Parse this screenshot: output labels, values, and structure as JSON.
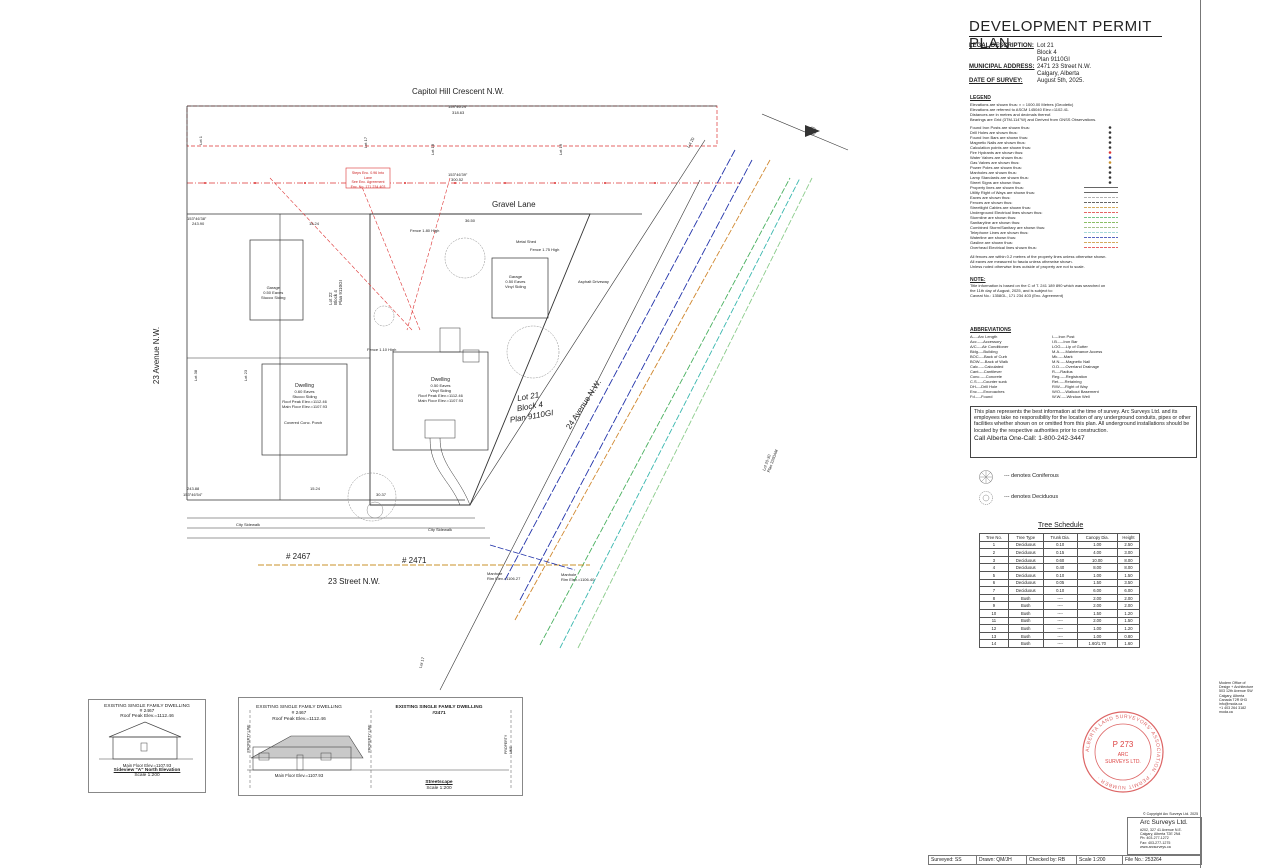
{
  "title": "DEVELOPMENT PERMIT PLAN",
  "legal": {
    "label": "LEGAL DESCRIPTION:",
    "lines": [
      "Lot 21",
      "Block 4",
      "Plan 9110GI"
    ]
  },
  "municipal": {
    "label": "MUNICIPAL ADDRESS:",
    "lines": [
      "2471 23 Street N.W.",
      "Calgary, Alberta"
    ]
  },
  "survey_date": {
    "label": "DATE OF SURVEY:",
    "value": "August 5th, 2025."
  },
  "legend": {
    "heading": "LEGEND",
    "notes": [
      "Elevations are shown thus: × = 1000.00 Metres (Geodetic)",
      "Elevations are referred to ASCM 145040 Elev.=1102.41.",
      "Distances are in metres and decimals thereof.",
      "Bearings are Grid (3TM-114°W) and Derived from GNSS Observations."
    ],
    "items": [
      "Found Iron Posts are shown thus:",
      "Drill Holes are shown thus:",
      "Found Iron Bars are shown thus:",
      "Magnetic Nails are shown thus:",
      "Calculation points are shown thus:",
      "Fire Hydrants are shown thus:",
      "Water Valves are shown thus:",
      "Gas Valves are shown thus:",
      "Power Poles are shown thus:",
      "Manholes are shown thus:",
      "Lamp Standards are shown thus:",
      "Street Signs are shown thus:",
      "Property lines are shown thus:",
      "Utility Right of Ways are shown thus:",
      "Eaves are shown thus:",
      "Fences are shown thus:",
      "Streetlight Cables are shown thus:",
      "Underground Electrical lines shown thus:",
      "Stormline are shown thus:",
      "Sanitaryline are shown thus:",
      "Combined Storm/Sanitary are shown thus:",
      "Telephone Lines are shown thus:",
      "Waterline are shown thus:",
      "Gasline are shown thus:",
      "Overhead Electrical lines shown thus:"
    ],
    "footer": [
      "All fences are within 0.2 metres of the property lines unless otherwise shown.",
      "All eaves are measured to fascia unless otherwise shown.",
      "Unless noted otherwise lines outside of property are not to scale."
    ]
  },
  "note": {
    "heading": "NOTE:",
    "lines": [
      "Title information is based on the C of T. 241 189 890 which was searched on",
      "the 11th day of August, 2025, and is subject to:",
      "Caveat No.: 1358GL, 171 234 403 (Enc. Agreement)"
    ]
  },
  "abbreviations": {
    "heading": "ABBREVIATIONS",
    "left": [
      "A----Arc Length",
      "Acc.----Accessory",
      "A/C----Air Conditioner",
      "Bldg----Building",
      "BOC----Back of Curb",
      "BOW----Back of Walk",
      "Calc.----Calculated",
      "Cant----Cantilever",
      "Conc.----Concrete",
      "C.S.----Counter sunk",
      "DH----Drill Hole",
      "Enc.----Encroaches",
      "Fd.----Found"
    ],
    "right": [
      "I----Iron Post",
      "I.B.----Iron Bar",
      "LOG----Lip of Gutter",
      "M.A.----Maintenance Access",
      "Mk.----Mark",
      "M.N.----Magnetic Nail",
      "O.D.----Overland Drainage",
      "R----Radius",
      "Reg.----Registration",
      "Ret.----Retaining",
      "R/W----Right of Way",
      "W/O----Walkout Basement",
      "W.W.----Window Well"
    ]
  },
  "disclaimer": {
    "text": "This plan represents the best information at the time of survey. Arc Surveys Ltd. and its employees take no responsibility for the location of any underground conduits, pipes or other facilities whether shown on or omitted from this plan. All underground installations should be located by the respective authorities prior to construction.",
    "call": "Call Alberta One-Call: 1-800-242-3447"
  },
  "tree_key": {
    "coniferous": "--- denotes Coniferous",
    "deciduous": "--- denotes Deciduous"
  },
  "tree_schedule": {
    "title": "Tree Schedule",
    "headers": [
      "Tree No.",
      "Tree Type",
      "Trunk Dia.",
      "Canopy Dia.",
      "Height"
    ],
    "rows": [
      [
        "1",
        "Deciduous",
        "0.10",
        "1.00",
        "2.50"
      ],
      [
        "2",
        "Deciduous",
        "0.15",
        "4.00",
        "3.00"
      ],
      [
        "3",
        "Deciduous",
        "0.60",
        "10.00",
        "8.00"
      ],
      [
        "4",
        "Deciduous",
        "0.40",
        "8.00",
        "8.00"
      ],
      [
        "5",
        "Deciduous",
        "0.10",
        "1.00",
        "1.50"
      ],
      [
        "6",
        "Deciduous",
        "0.05",
        "1.50",
        "3.50"
      ],
      [
        "7",
        "Deciduous",
        "0.10",
        "6.00",
        "6.00"
      ],
      [
        "8",
        "Bush",
        "----",
        "2.00",
        "2.00"
      ],
      [
        "9",
        "Bush",
        "----",
        "2.00",
        "2.00"
      ],
      [
        "10",
        "Bush",
        "----",
        "1.50",
        "1.20"
      ],
      [
        "11",
        "Bush",
        "----",
        "2.00",
        "1.50"
      ],
      [
        "12",
        "Bush",
        "----",
        "1.00",
        "1.20"
      ],
      [
        "13",
        "Bush",
        "----",
        "1.00",
        "0.80"
      ],
      [
        "14",
        "Bush",
        "----",
        "1.60/1.70",
        "1.60"
      ]
    ]
  },
  "plan": {
    "street_north": "Capitol Hill Crescent N.W.",
    "street_west": "23 Avenue N.W.",
    "street_diag": "24 Avenue N.W.",
    "street_south": "23 Street N.W.",
    "lane": "Gravel Lane",
    "lot_label": [
      "Lot 21",
      "Block 4",
      "Plan 9110GI"
    ],
    "lot_22": [
      "Lot 22",
      "Block 4",
      "Plan 9110GI"
    ],
    "addr_2467": "# 2467",
    "addr_2471": "# 2471",
    "garage_a": [
      "Garage",
      "0.50 Eaves",
      "Vinyl Siding"
    ],
    "garage_b": [
      "Garage",
      "0.50 Eaves",
      "Stucco Siding"
    ],
    "dwelling_a": [
      "Dwelling",
      "0.50 Eaves",
      "Vinyl Siding",
      "Roof Peak Elev.=1112.46",
      "Main Floor Elev.=1107.93"
    ],
    "dwelling_b": [
      "Dwelling",
      "0.60 Eaves",
      "Stucco Siding",
      "Roof Peak Elev.=1112.46",
      "Main Floor Elev.=1107.93"
    ],
    "bearings": [
      "153°46'24\"",
      "318.63",
      "153°46'39\"",
      "300.52",
      "153°46'38\"",
      "243.90",
      "15.24",
      "36.50",
      "243.88",
      "153°46'54\"",
      "15.24",
      "30.37"
    ],
    "lots": [
      "Lot 1",
      "Lot 17",
      "Lot 18",
      "Lot 19",
      "Lot 20",
      "Lot 23",
      "Lot 38",
      "Lot 17"
    ],
    "enc_note": [
      "Steps Enc. 0.96 Into Lane",
      "See Enc. Agreement",
      "Enc. No. 171 234 403"
    ],
    "lot_20_30": [
      "Lot 20-30",
      "Plan 3260AM"
    ],
    "misc": [
      "Manhole",
      "Rim Elev.=1106.27",
      "Manhole",
      "Rim Elev.=1106.40",
      "City Sidewalk",
      "City Sidewalk",
      "Asphalt Driveway",
      "Fence 1.80 High",
      "Fence 1.75 High",
      "Fence 1.10 High",
      "Metal Shed",
      "Covered Conc. Porch"
    ]
  },
  "elev_2467": {
    "title": "EXISTING SINGLE FAMILY DWELLING",
    "address": "# 2467",
    "roof": "Roof Peak Elev.=1112.46",
    "main": "Main Floor Elev.=1107.93",
    "caption": "Sideview \"A\" North Elevation",
    "scale": "Scale 1:200"
  },
  "streetscape": {
    "left_title": "EXISTING SINGLE FAMILY DWELLING",
    "left_addr": "# 2467",
    "left_roof": "Roof Peak Elev.=1112.46",
    "left_main": "Main Floor Elev.=1107.93",
    "right_title": "EXISTING SINGLE FAMILY DWELLING",
    "right_addr": "#2471",
    "prop_line": "PROPERTY LINE",
    "caption": "Streetscape",
    "scale": "Scale 1:200"
  },
  "client": {
    "lines": [
      "Modern Office of",
      "Design + Architecture",
      "",
      "503 12th Avenue SW",
      "Calgary, Alberta",
      "Canada T2R 0H3",
      "",
      "info@moda.ca",
      "+1 403 264 3182",
      "moda.ca"
    ]
  },
  "seal": {
    "permit": "P 273",
    "firm": [
      "ARC",
      "SURVEYS LTD."
    ],
    "ring": "ALBERTA LAND SURVEYORS' ASSOCIATION · PERMIT NUMBER ·"
  },
  "firm_block": {
    "copyright": "© Copyright Arc Surveys Ltd. 2025",
    "name": "Arc Surveys Ltd.",
    "lines": [
      "#202, 327 41 Avenue N.E.",
      "Calgary, Alberta T2E 2N4",
      "Ph: 403-277-1272",
      "Fax: 403-277-1275",
      "www.arcsurveys.ca"
    ]
  },
  "title_block": [
    "Surveyed: SS",
    "Drawn: QM/JH",
    "Checked by: RB",
    "Scale 1:200",
    "File No.: 253264"
  ]
}
